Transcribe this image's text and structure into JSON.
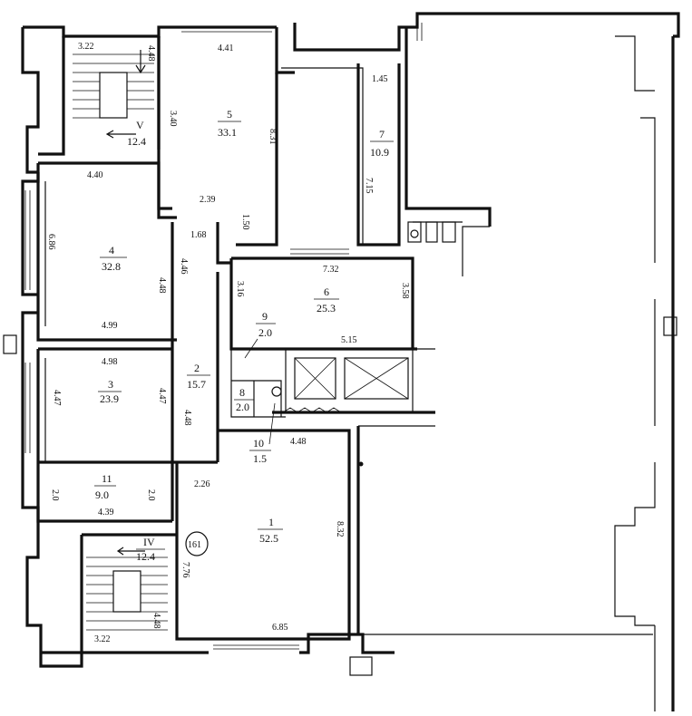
{
  "rooms": [
    {
      "id": "r1",
      "number": "1",
      "area": "52.5"
    },
    {
      "id": "r2",
      "number": "2",
      "area": "15.7"
    },
    {
      "id": "r3",
      "number": "3",
      "area": "23.9"
    },
    {
      "id": "r4",
      "number": "4",
      "area": "32.8"
    },
    {
      "id": "r5",
      "number": "5",
      "area": "33.1"
    },
    {
      "id": "r6",
      "number": "6",
      "area": "25.3"
    },
    {
      "id": "r7",
      "number": "7",
      "area": "10.9"
    },
    {
      "id": "r8",
      "number": "8",
      "area": "2.0"
    },
    {
      "id": "r9",
      "number": "9",
      "area": "2.0"
    },
    {
      "id": "r10",
      "number": "10",
      "area": "1.5"
    },
    {
      "id": "r11",
      "number": "11",
      "area": "9.0"
    },
    {
      "id": "rV",
      "number": "V",
      "area": "12.4"
    },
    {
      "id": "rIV",
      "number": "IV",
      "area": "12.4"
    }
  ],
  "dimensions": [
    "3.22",
    "4.48",
    "4.41",
    "3.40",
    "8.31",
    "1.45",
    "7.15",
    "4.40",
    "6.86",
    "2.39",
    "1.68",
    "1.50",
    "4.46",
    "4.48",
    "4.99",
    "7.32",
    "3.16",
    "3.58",
    "5.15",
    "4.98",
    "4.47",
    "4.47",
    "4.48",
    "4.48",
    "2.26",
    "2.0",
    "2.0",
    "4.39",
    "7.76",
    "8.32",
    "6.85",
    "3.22",
    "4.48"
  ],
  "marker": "161"
}
